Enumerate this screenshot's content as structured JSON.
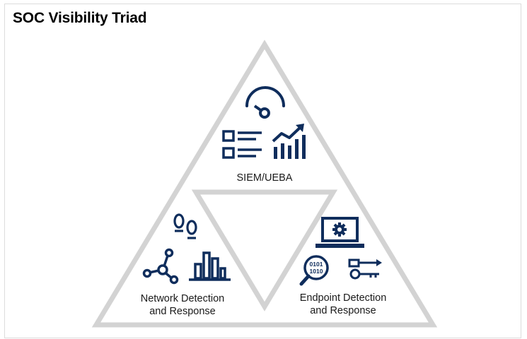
{
  "title": "SOC Visibility Triad",
  "colors": {
    "outline": "#d3d3d3",
    "icon": "#0f2d5c",
    "text": "#1a1a1a"
  },
  "sections": {
    "siem": {
      "label": "SIEM/UEBA",
      "icons": [
        "gauge-icon",
        "list-icon",
        "trend-chart-icon"
      ]
    },
    "ndr": {
      "label_line1": "Network Detection",
      "label_line2": "and Response",
      "icons": [
        "footprints-icon",
        "network-nodes-icon",
        "bar-chart-icon"
      ]
    },
    "edr": {
      "label_line1": "Endpoint Detection",
      "label_line2": "and Response",
      "icons": [
        "laptop-gear-icon",
        "binary-magnifier-icon",
        "keys-icon"
      ],
      "binary_line1": "0101",
      "binary_line2": "1010"
    }
  }
}
